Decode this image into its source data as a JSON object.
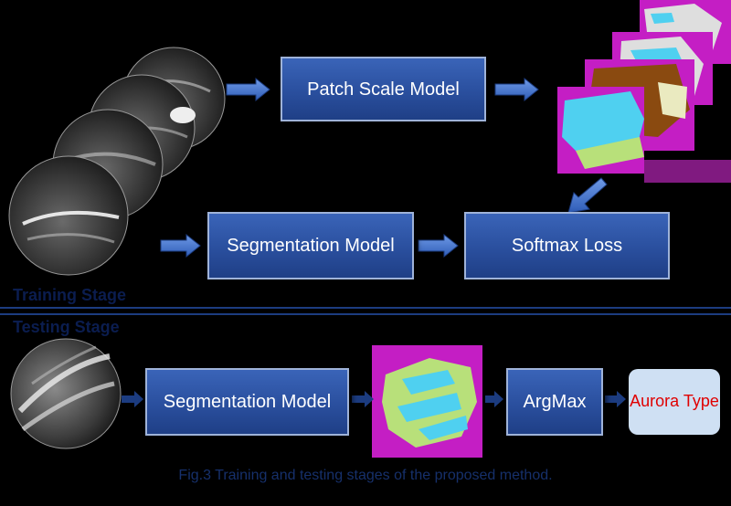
{
  "boxes": {
    "patch_scale": "Patch Scale Model",
    "segmentation_train": "Segmentation Model",
    "softmax_loss": "Softmax Loss",
    "segmentation_test": "Segmentation Model",
    "argmax": "ArgMax",
    "output": "Aurora Type"
  },
  "stages": {
    "training": "Training Stage",
    "testing": "Testing Stage"
  },
  "caption": "Fig.3 Training and testing stages of the proposed method.",
  "colors": {
    "box_blue": "#2a4f9e",
    "arrow_blue": "#3b6cc8",
    "mask_magenta": "#c41ec4",
    "mask_cyan": "#4fd0f0",
    "mask_green": "#b8e07a",
    "output_text": "#e00000"
  }
}
